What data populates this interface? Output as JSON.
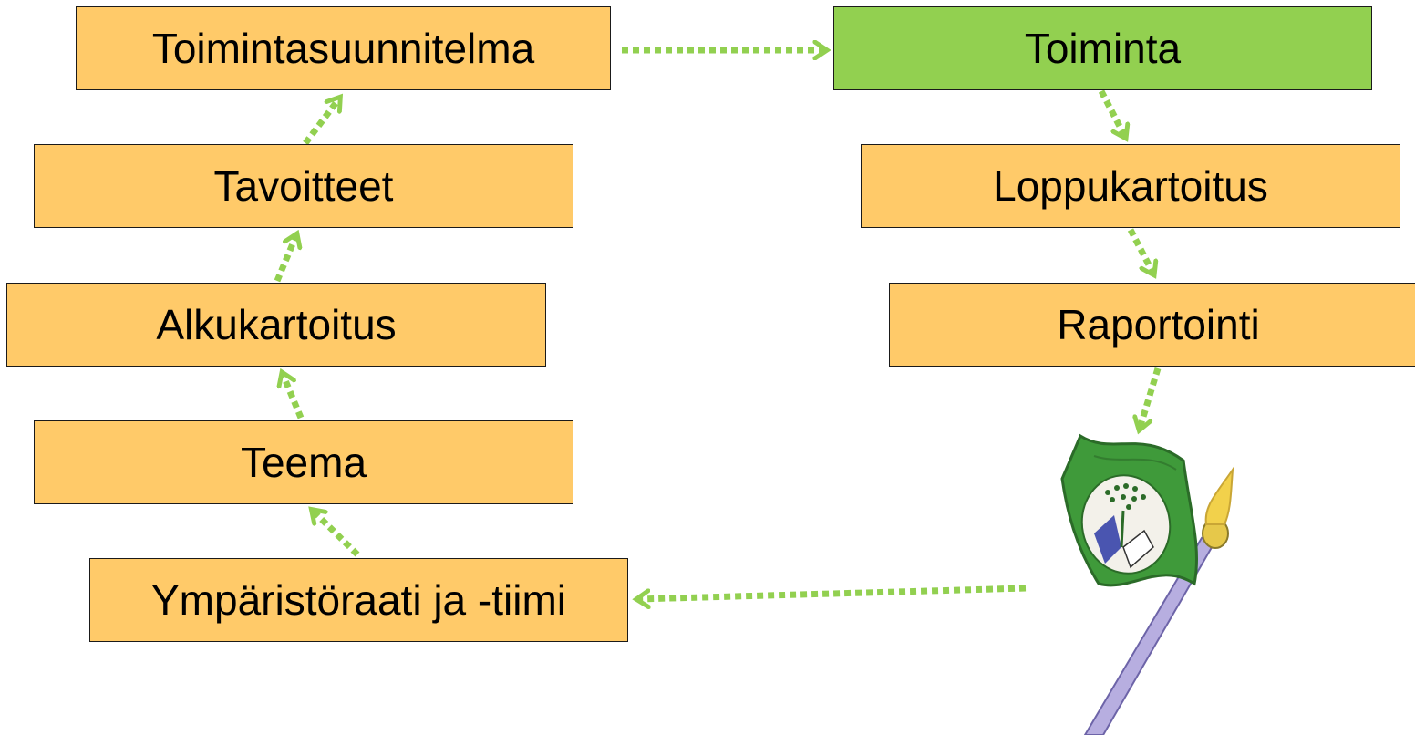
{
  "colors": {
    "step_fill": "#FFCA69",
    "active_fill": "#92D050",
    "arrow": "#92D050",
    "flag_green": "#3f9a3a",
    "pole": "#b7aee0",
    "flame": "#f2d14b"
  },
  "steps": {
    "plan": "Toimintasuunnitelma",
    "goals": "Tavoitteet",
    "baseline": "Alkukartoitus",
    "theme": "Teema",
    "council": "Ympäristöraati ja -tiimi",
    "action": "Toiminta",
    "final_survey": "Loppukartoitus",
    "reporting": "Raportointi"
  },
  "flag_icon": "green-flag-icon"
}
